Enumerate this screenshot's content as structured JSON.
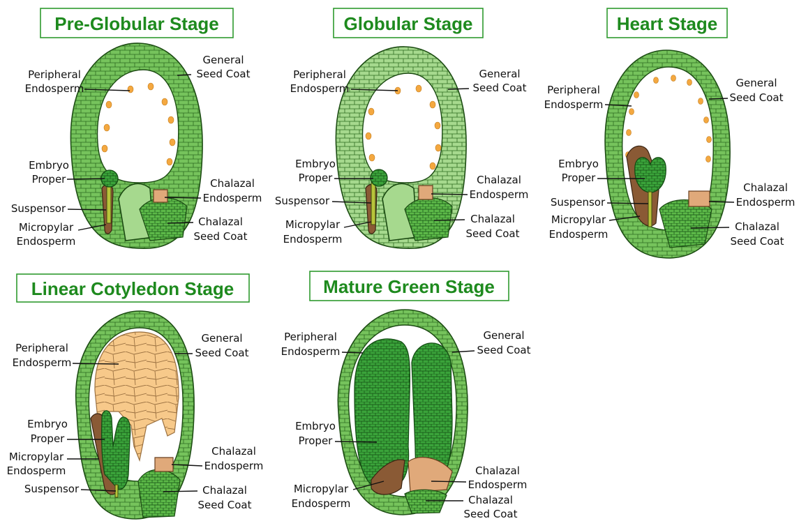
{
  "panels": [
    {
      "title": "Pre-Globular Stage",
      "labels": {
        "general_seed_coat": [
          "General",
          "Seed Coat"
        ],
        "peripheral_endosperm": [
          "Peripheral",
          "Endosperm"
        ],
        "embryo_proper": [
          "Embryo",
          "Proper"
        ],
        "chalazal_endosperm": [
          "Chalazal",
          "Endosperm"
        ],
        "suspensor": "Suspensor",
        "micropylar_endosperm": [
          "Micropylar",
          "Endosperm"
        ],
        "chalazal_seed_coat": [
          "Chalazal",
          "Seed Coat"
        ]
      }
    },
    {
      "title": "Globular Stage",
      "labels": {
        "general_seed_coat": [
          "General",
          "Seed Coat"
        ],
        "peripheral_endosperm": [
          "Peripheral",
          "Endosperm"
        ],
        "embryo_proper": [
          "Embryo",
          "Proper"
        ],
        "chalazal_endosperm": [
          "Chalazal",
          "Endosperm"
        ],
        "suspensor": "Suspensor",
        "micropylar_endosperm": [
          "Micropylar",
          "Endosperm"
        ],
        "chalazal_seed_coat": [
          "Chalazal",
          "Seed Coat"
        ]
      }
    },
    {
      "title": "Heart Stage",
      "labels": {
        "general_seed_coat": [
          "General",
          "Seed Coat"
        ],
        "peripheral_endosperm": [
          "Peripheral",
          "Endosperm"
        ],
        "embryo_proper": [
          "Embryo",
          "Proper"
        ],
        "chalazal_endosperm": [
          "Chalazal",
          "Endosperm"
        ],
        "suspensor": "Suspensor",
        "micropylar_endosperm": [
          "Micropylar",
          "Endosperm"
        ],
        "chalazal_seed_coat": [
          "Chalazal",
          "Seed Coat"
        ]
      }
    },
    {
      "title": "Linear Cotyledon Stage",
      "labels": {
        "general_seed_coat": [
          "General",
          "Seed Coat"
        ],
        "peripheral_endosperm": [
          "Peripheral",
          "Endosperm"
        ],
        "embryo_proper": [
          "Embryo",
          "Proper"
        ],
        "micropylar_endosperm": [
          "Micropylar",
          "Endosperm"
        ],
        "chalazal_endosperm": [
          "Chalazal",
          "Endosperm"
        ],
        "suspensor": "Suspensor",
        "chalazal_seed_coat": [
          "Chalazal",
          "Seed Coat"
        ]
      }
    },
    {
      "title": "Mature Green Stage",
      "labels": {
        "peripheral_endosperm": [
          "Peripheral",
          "Endosperm"
        ],
        "general_seed_coat": [
          "General",
          "Seed Coat"
        ],
        "embryo_proper": [
          "Embryo",
          "Proper"
        ],
        "chalazal_endosperm": [
          "Chalazal",
          "Endosperm"
        ],
        "micropylar_endosperm": [
          "Micropylar",
          "Endosperm"
        ],
        "chalazal_seed_coat": [
          "Chalazal",
          "Seed Coat"
        ]
      }
    }
  ],
  "colors": {
    "title_green": "#1e8a1e",
    "seed_coat_green": "#76c35c",
    "embryo_green": "#3aa33a",
    "peripheral_endosperm_orange": "#f4a840",
    "micropylar_endosperm_brown": "#8a5a35",
    "chalazal_endosperm_tan": "#e0a97a"
  }
}
